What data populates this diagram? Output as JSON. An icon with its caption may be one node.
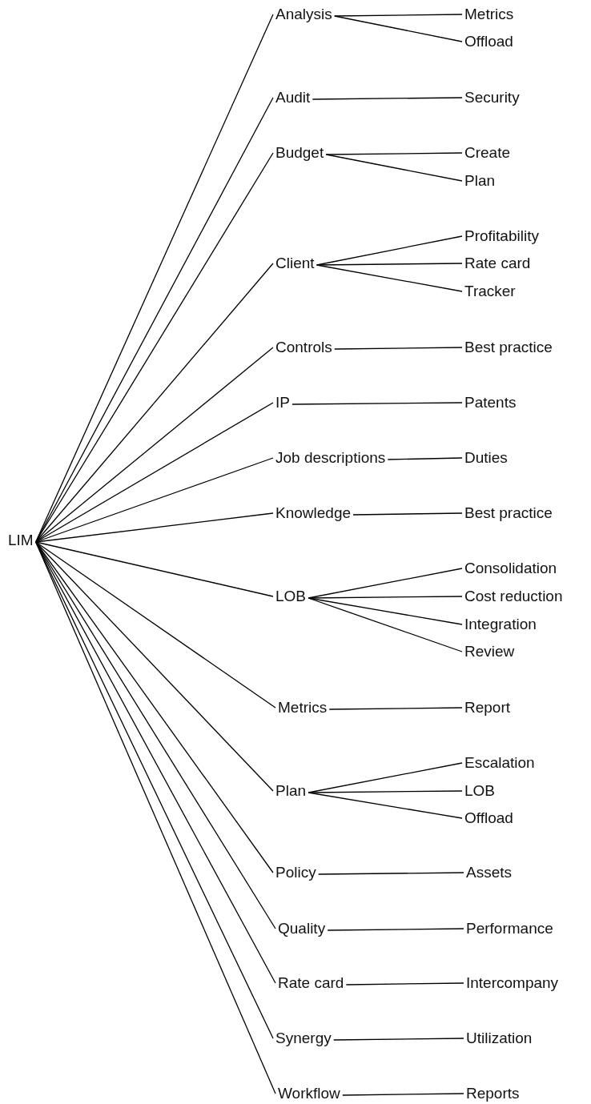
{
  "diagram": {
    "nodes": [
      {
        "text": [
          "LIM"
        ]
      },
      {
        "text": [
          "Analysis"
        ]
      },
      {
        "text": [
          "Metrics"
        ]
      },
      {
        "text": [
          "Offload"
        ]
      },
      {
        "text": [
          "Audit"
        ]
      },
      {
        "text": [
          "Security"
        ]
      },
      {
        "text": [
          "Budget"
        ]
      },
      {
        "text": [
          "Create"
        ]
      },
      {
        "text": [
          "Plan"
        ]
      },
      {
        "text": [
          "Client"
        ]
      },
      {
        "text": [
          "Profitability"
        ]
      },
      {
        "text": [
          "Rate card"
        ]
      },
      {
        "text": [
          "Tracker"
        ]
      },
      {
        "text": [
          "Controls"
        ]
      },
      {
        "text": [
          "Best practice"
        ]
      },
      {
        "text": [
          "IP"
        ]
      },
      {
        "text": [
          "Patents"
        ]
      },
      {
        "text": [
          "Job descriptions"
        ]
      },
      {
        "text": [
          "Duties"
        ]
      },
      {
        "text": [
          "Knowledge"
        ]
      },
      {
        "text": [
          "Best practice"
        ]
      },
      {
        "text": [
          "LOB"
        ]
      },
      {
        "text": [
          "Consolidation"
        ]
      },
      {
        "text": [
          "Cost reduction"
        ]
      },
      {
        "text": [
          "Integration"
        ]
      },
      {
        "text": [
          "Review"
        ]
      },
      {
        "text": [
          "Metrics"
        ]
      },
      {
        "text": [
          "Report"
        ]
      },
      {
        "text": [
          "Plan"
        ]
      },
      {
        "text": [
          "Escalation"
        ]
      },
      {
        "text": [
          "LOB"
        ]
      },
      {
        "text": [
          "Offload"
        ]
      },
      {
        "text": [
          "Policy"
        ]
      },
      {
        "text": [
          "Assets"
        ]
      },
      {
        "text": [
          "Quality"
        ]
      },
      {
        "text": [
          "Performance"
        ]
      },
      {
        "text": [
          "Rate card"
        ]
      },
      {
        "text": [
          "Intercompany"
        ]
      },
      {
        "text": [
          "Synergy"
        ]
      },
      {
        "text": [
          "Utilization"
        ]
      },
      {
        "text": [
          "Workflow"
        ]
      },
      {
        "text": [
          "Reports"
        ]
      }
    ],
    "edges": [
      {
        "from": 0,
        "to": 1,
        "arrow": "none"
      },
      {
        "from": 1,
        "to": 2,
        "arrow": "none"
      },
      {
        "from": 1,
        "to": 3,
        "arrow": "none"
      },
      {
        "from": 0,
        "to": 4,
        "arrow": "none"
      },
      {
        "from": 4,
        "to": 5,
        "arrow": "none"
      },
      {
        "from": 0,
        "to": 6,
        "arrow": "none"
      },
      {
        "from": 6,
        "to": 7,
        "arrow": "none"
      },
      {
        "from": 6,
        "to": 8,
        "arrow": "none"
      },
      {
        "from": 0,
        "to": 9,
        "arrow": "none"
      },
      {
        "from": 9,
        "to": 10,
        "arrow": "none"
      },
      {
        "from": 9,
        "to": 11,
        "arrow": "none"
      },
      {
        "from": 9,
        "to": 12,
        "arrow": "none"
      },
      {
        "from": 0,
        "to": 13,
        "arrow": "none"
      },
      {
        "from": 13,
        "to": 14,
        "arrow": "none"
      },
      {
        "from": 0,
        "to": 15,
        "arrow": "none"
      },
      {
        "from": 15,
        "to": 16,
        "arrow": "none"
      },
      {
        "from": 0,
        "to": 17,
        "arrow": "none"
      },
      {
        "from": 17,
        "to": 18,
        "arrow": "none"
      },
      {
        "from": 0,
        "to": 19,
        "arrow": "none"
      },
      {
        "from": 19,
        "to": 20,
        "arrow": "none"
      },
      {
        "from": 0,
        "to": 21,
        "arrow": "none"
      },
      {
        "from": 21,
        "to": 22,
        "arrow": "none"
      },
      {
        "from": 21,
        "to": 23,
        "arrow": "none"
      },
      {
        "from": 21,
        "to": 24,
        "arrow": "none"
      },
      {
        "from": 21,
        "to": 25,
        "arrow": "none"
      },
      {
        "from": 0,
        "to": 26,
        "arrow": "none"
      },
      {
        "from": 26,
        "to": 27,
        "arrow": "none"
      },
      {
        "from": 0,
        "to": 28,
        "arrow": "none"
      },
      {
        "from": 28,
        "to": 29,
        "arrow": "none"
      },
      {
        "from": 28,
        "to": 30,
        "arrow": "none"
      },
      {
        "from": 28,
        "to": 31,
        "arrow": "none"
      },
      {
        "from": 0,
        "to": 32,
        "arrow": "none"
      },
      {
        "from": 32,
        "to": 33,
        "arrow": "none"
      },
      {
        "from": 0,
        "to": 34,
        "arrow": "none"
      },
      {
        "from": 34,
        "to": 35,
        "arrow": "none"
      },
      {
        "from": 0,
        "to": 36,
        "arrow": "none"
      },
      {
        "from": 36,
        "to": 37,
        "arrow": "none"
      },
      {
        "from": 0,
        "to": 38,
        "arrow": "none"
      },
      {
        "from": 38,
        "to": 39,
        "arrow": "none"
      },
      {
        "from": 0,
        "to": 40,
        "arrow": "none"
      },
      {
        "from": 40,
        "to": 41,
        "arrow": "none"
      }
    ]
  }
}
